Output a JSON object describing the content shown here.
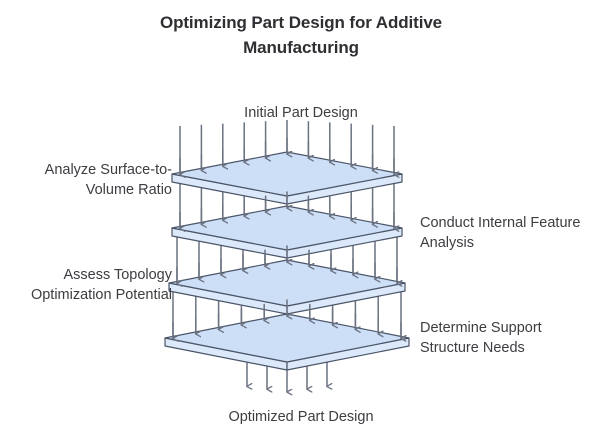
{
  "title": "Optimizing Part Design for Additive Manufacturing",
  "colors": {
    "plate_top_fill": "#cddef7",
    "plate_side_fill": "#dce9fb",
    "plate_stroke": "#4a5568",
    "arrow": "#6b7280",
    "text": "#3d3d42",
    "title_text": "#2f2f33",
    "background": "#ffffff"
  },
  "flow": {
    "input_label": "Initial Part Design",
    "output_label": "Optimized Part Design",
    "stages": [
      {
        "id": "stage-1",
        "label": "Analyze Surface-to-\nVolume Ratio",
        "side": "left",
        "incoming_arrows": 11
      },
      {
        "id": "stage-2",
        "label": "Conduct Internal Feature\nAnalysis",
        "side": "right",
        "incoming_arrows": 11
      },
      {
        "id": "stage-3",
        "label": "Assess Topology\nOptimization Potential",
        "side": "left",
        "incoming_arrows": 11
      },
      {
        "id": "stage-4",
        "label": "Determine Support\nStructure Needs",
        "side": "right",
        "incoming_arrows": 11
      }
    ],
    "output_arrows": 5
  }
}
